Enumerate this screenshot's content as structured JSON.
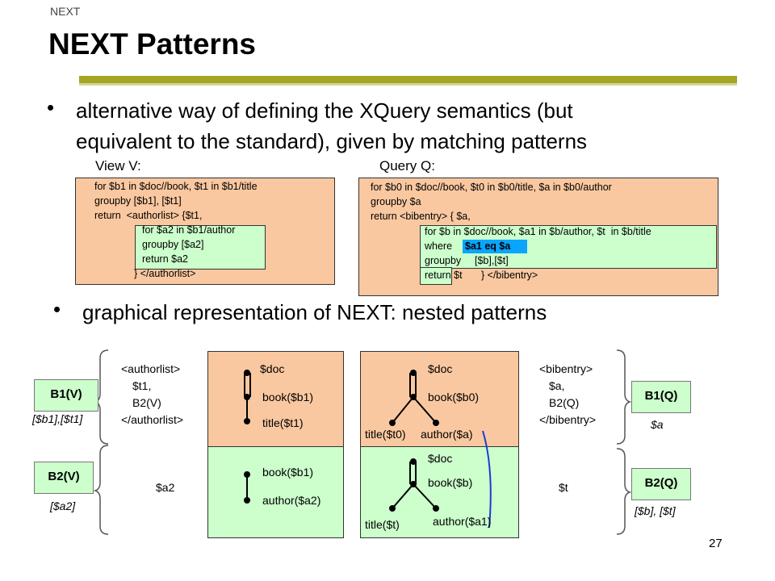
{
  "header": {
    "section": "NEXT",
    "title": "NEXT Patterns"
  },
  "bullets": {
    "b1": [
      "alternative way of defining the XQuery semantics (but",
      "equivalent to the standard), given by matching patterns"
    ],
    "b2": "graphical representation of NEXT: nested patterns"
  },
  "view": {
    "label": "View V:",
    "lines": [
      "for $b1 in $doc//book, $t1 in $b1/title",
      "groupby [$b1], [$t1]",
      "return  <authorlist> {$t1,",
      "for $a2 in $b1/author",
      "groupby [$a2]",
      "return $a2",
      "} </authorlist>"
    ]
  },
  "query": {
    "label": "Query Q:",
    "lines": [
      "for $b0 in $doc//book, $t0 in $b0/title, $a in $b0/author",
      "groupby $a",
      "return <bibentry> { $a,",
      "for $b in $doc//book, $a1 in $b/author, $t  in $b/title",
      "where",
      "$a1 eq $a",
      "groupby",
      "[$b],[$t]",
      "return $t",
      "} </bibentry>"
    ]
  },
  "patterns": {
    "b1v": {
      "label": "B1(V)",
      "vars": "[$b1],[$t1]"
    },
    "b2v": {
      "label": "B2(V)",
      "vars": "[$a2]"
    },
    "b1q": {
      "label": "B1(Q)",
      "vars": "$a"
    },
    "b2q": {
      "label": "B2(Q)",
      "vars": "[$b], [$t]"
    },
    "authorlist": [
      "<authorlist>",
      "$t1,",
      "B2(V)",
      "</authorlist>"
    ],
    "bibentry": [
      "<bibentry>",
      "$a,",
      "B2(Q)",
      "</bibentry>"
    ],
    "a2_out": "$a2",
    "t_out": "$t",
    "v_top": {
      "doc": "$doc",
      "book": "book($b1)",
      "title": "title($t1)"
    },
    "v_bottom": {
      "book": "book($b1)",
      "author": "author($a2)"
    },
    "q_top": {
      "doc": "$doc",
      "book": "book($b0)",
      "title": "title($t0)",
      "author": "author($a)"
    },
    "q_bottom": {
      "doc": "$doc",
      "book": "book($b)",
      "title": "title($t)",
      "author": "author($a1)"
    }
  },
  "page_number": "27",
  "colors": {
    "orange": "#fac8a0",
    "green": "#ccffcc",
    "olive_rule": "#a5a524",
    "highlight": "#0aa5ff",
    "join_line": "#1a3bd6"
  }
}
